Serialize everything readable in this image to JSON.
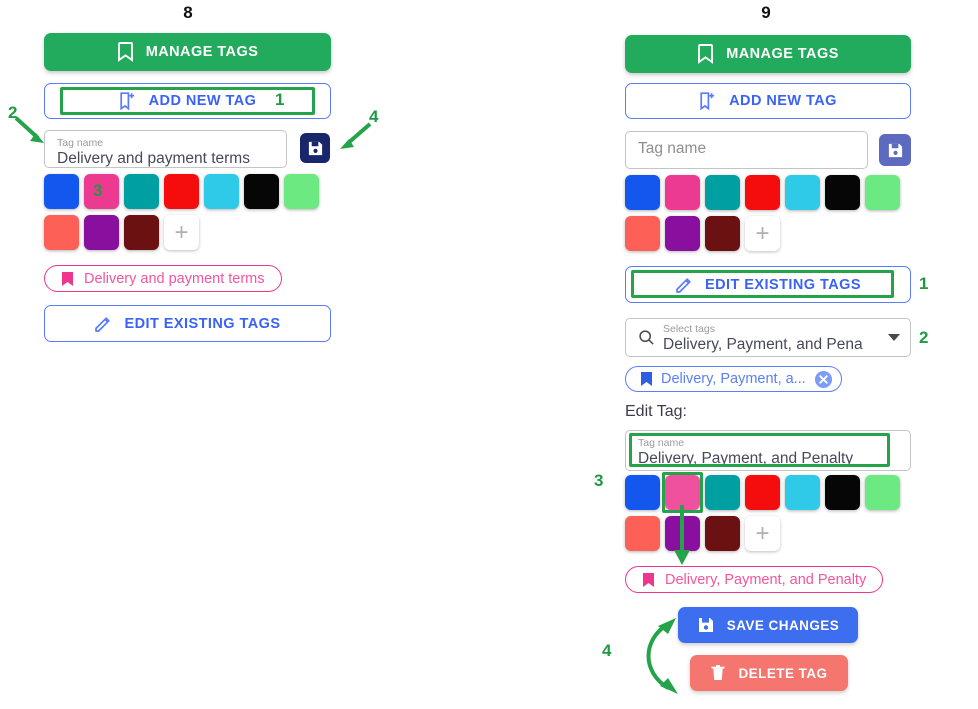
{
  "panels": {
    "left": {
      "number": "8",
      "manage_tags_label": "MANAGE TAGS",
      "add_new_tag_label": "ADD NEW TAG",
      "tag_name_field": {
        "label": "Tag name",
        "value": "Delivery and payment terms"
      },
      "save_icon": "save-floppy-icon",
      "chip_label": "Delivery and payment terms",
      "edit_existing_tags_label": "EDIT EXISTING TAGS",
      "annotations": [
        {
          "num": "1",
          "target": "add-new-tag-button"
        },
        {
          "num": "2",
          "target": "tag-name-field"
        },
        {
          "num": "3",
          "target": "color-swatch-pink"
        },
        {
          "num": "4",
          "target": "save-tag-icon-button"
        }
      ]
    },
    "right": {
      "number": "9",
      "manage_tags_label": "MANAGE TAGS",
      "add_new_tag_label": "ADD NEW TAG",
      "tag_name_field": {
        "label": "Tag name",
        "placeholder": "Tag name",
        "value": ""
      },
      "save_icon": "save-floppy-icon",
      "edit_existing_tags_label": "EDIT EXISTING TAGS",
      "select_tags": {
        "label": "Select tags",
        "value": "Delivery, Payment, and Pena",
        "search_icon": "magnifier-icon",
        "dropdown_icon": "caret-down-icon"
      },
      "selected_chip": {
        "label": "Delivery, Payment, a...",
        "remove_icon": "close-circle-icon",
        "bookmark_icon": "bookmark-icon"
      },
      "edit_tag_heading": "Edit Tag:",
      "edit_tag_name_field": {
        "label": "Tag name",
        "value": "Delivery, Payment, and Penalty"
      },
      "preview_chip_label": "Delivery, Payment, and Penalty",
      "save_changes_label": "SAVE CHANGES",
      "delete_tag_label": "DELETE TAG",
      "annotations": [
        {
          "num": "1",
          "target": "edit-existing-tags-button"
        },
        {
          "num": "2",
          "target": "select-tags-dropdown"
        },
        {
          "num": "3",
          "target": "color-swatch-row"
        },
        {
          "num": "4",
          "target": "save-and-delete-buttons"
        }
      ]
    }
  },
  "palette": {
    "row1": [
      {
        "name": "blue",
        "hex": "#1357ee"
      },
      {
        "name": "pink",
        "hex": "#ec3a90"
      },
      {
        "name": "teal",
        "hex": "#00a0a2"
      },
      {
        "name": "red",
        "hex": "#f50d0d"
      },
      {
        "name": "cyan",
        "hex": "#2ecae8"
      },
      {
        "name": "black",
        "hex": "#060606"
      },
      {
        "name": "lightgreen",
        "hex": "#6cea81"
      }
    ],
    "row2": [
      {
        "name": "coral",
        "hex": "#fc6057"
      },
      {
        "name": "purple",
        "hex": "#890f9e"
      },
      {
        "name": "maroon",
        "hex": "#6b1111"
      }
    ],
    "add_color_glyph": "+",
    "selected_pink_hex": "#f0519f"
  },
  "colors": {
    "green_button": "#22ab5c",
    "outline_blue": "#3b62f6",
    "save_icon_dark": "#18266b",
    "save_icon_muted": "#5c6bc0",
    "save_changes_blue": "#3d6ef0",
    "delete_red": "#f4766f",
    "chip_pink": "#f0358c",
    "chip_blue": "#5b7ff4",
    "annotation_green": "#24a34a"
  }
}
